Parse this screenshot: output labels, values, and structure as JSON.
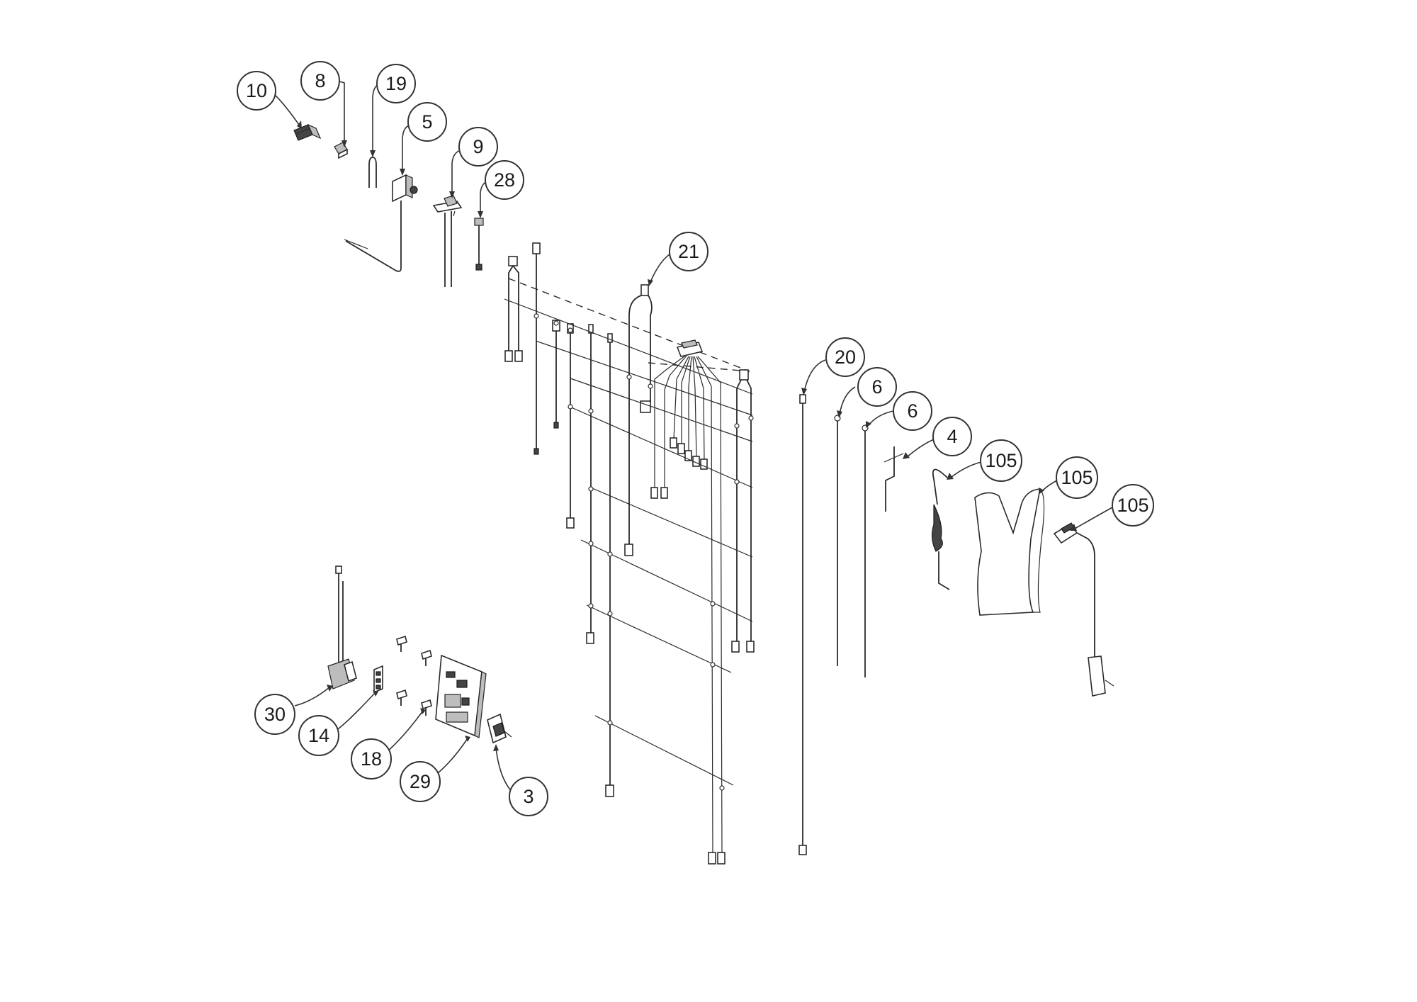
{
  "callouts": [
    {
      "id": "c10",
      "label": "10"
    },
    {
      "id": "c8",
      "label": "8"
    },
    {
      "id": "c19",
      "label": "19"
    },
    {
      "id": "c5",
      "label": "5"
    },
    {
      "id": "c9",
      "label": "9"
    },
    {
      "id": "c28",
      "label": "28"
    },
    {
      "id": "c21",
      "label": "21"
    },
    {
      "id": "c20",
      "label": "20"
    },
    {
      "id": "c6a",
      "label": "6"
    },
    {
      "id": "c6b",
      "label": "6"
    },
    {
      "id": "c4",
      "label": "4"
    },
    {
      "id": "c105a",
      "label": "105"
    },
    {
      "id": "c105b",
      "label": "105"
    },
    {
      "id": "c105c",
      "label": "105"
    },
    {
      "id": "c30",
      "label": "30"
    },
    {
      "id": "c14",
      "label": "14"
    },
    {
      "id": "c18",
      "label": "18"
    },
    {
      "id": "c29",
      "label": "29"
    },
    {
      "id": "c3",
      "label": "3"
    }
  ]
}
